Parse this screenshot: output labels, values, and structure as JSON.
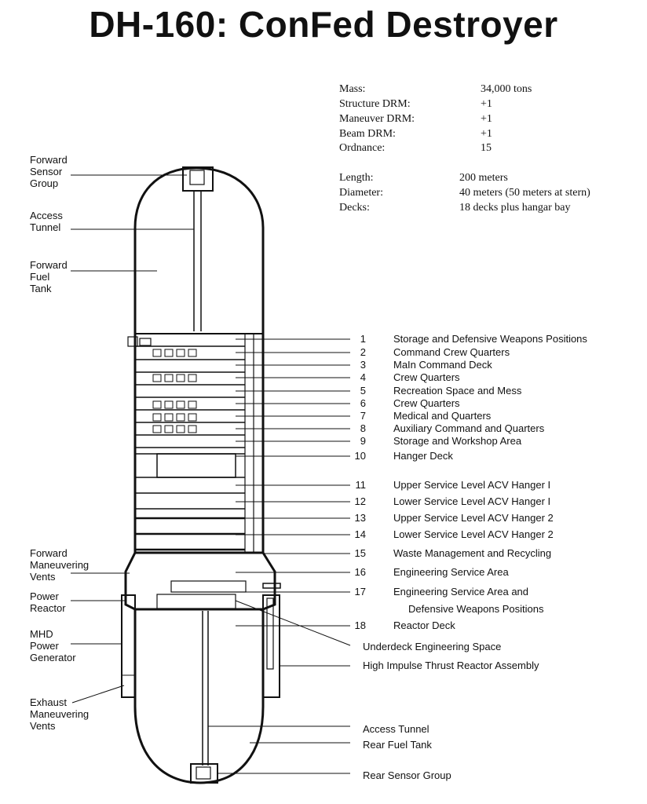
{
  "title": "DH-160:  ConFed Destroyer",
  "stats_primary": [
    {
      "label": "Mass:",
      "value": "34,000 tons"
    },
    {
      "label": "Structure DRM:",
      "value": "+1"
    },
    {
      "label": "Maneuver DRM:",
      "value": "+1"
    },
    {
      "label": "Beam DRM:",
      "value": "+1"
    },
    {
      "label": "Ordnance:",
      "value": "15"
    }
  ],
  "stats_secondary": [
    {
      "label": "Length:",
      "value": "200 meters"
    },
    {
      "label": "Diameter:",
      "value": "40 meters (50 meters at stern)"
    },
    {
      "label": "Decks:",
      "value": "18 decks plus hangar bay"
    }
  ],
  "left_labels": [
    {
      "lines": [
        "Forward",
        "Sensor",
        "Group"
      ]
    },
    {
      "lines": [
        "Access",
        "Tunnel"
      ]
    },
    {
      "lines": [
        "Forward",
        "Fuel",
        "Tank"
      ]
    },
    {
      "lines": [
        "Forward",
        "Maneuvering",
        "Vents"
      ]
    },
    {
      "lines": [
        "Power",
        "Reactor"
      ]
    },
    {
      "lines": [
        "MHD",
        "Power",
        "Generator"
      ]
    },
    {
      "lines": [
        "Exhaust",
        "Maneuvering",
        "Vents"
      ]
    }
  ],
  "decks": [
    {
      "num": "1",
      "name": "Storage and Defensive Weapons Positions"
    },
    {
      "num": "2",
      "name": "Command Crew Quarters"
    },
    {
      "num": "3",
      "name": "MaIn Command Deck"
    },
    {
      "num": "4",
      "name": "Crew Quarters"
    },
    {
      "num": "5",
      "name": "Recreation Space and Mess"
    },
    {
      "num": "6",
      "name": "Crew Quarters"
    },
    {
      "num": "7",
      "name": "Medical and Quarters"
    },
    {
      "num": "8",
      "name": "Auxiliary Command and Quarters"
    },
    {
      "num": "9",
      "name": "Storage and Workshop Area"
    },
    {
      "num": "10",
      "name": "Hanger Deck"
    },
    {
      "num": "11",
      "name": "Upper Service Level ACV Hanger I"
    },
    {
      "num": "12",
      "name": "Lower Service Level ACV Hanger I"
    },
    {
      "num": "13",
      "name": "Upper Service Level ACV Hanger 2"
    },
    {
      "num": "14",
      "name": "Lower Service Level ACV Hanger 2"
    },
    {
      "num": "15",
      "name": "Waste Management  and Recycling"
    },
    {
      "num": "16",
      "name": "Engineering Service Area"
    },
    {
      "num": "17",
      "name": "Engineering Service Area and"
    },
    {
      "num": "18",
      "name": "Reactor Deck"
    }
  ],
  "deck17_continuation": "Defensive Weapons Positions",
  "right_labels": [
    {
      "text": "Underdeck Engineering Space"
    },
    {
      "text": "High Impulse Thrust Reactor Assembly"
    },
    {
      "text": "Access Tunnel"
    },
    {
      "text": "Rear Fuel Tank"
    },
    {
      "text": "Rear Sensor Group"
    }
  ]
}
